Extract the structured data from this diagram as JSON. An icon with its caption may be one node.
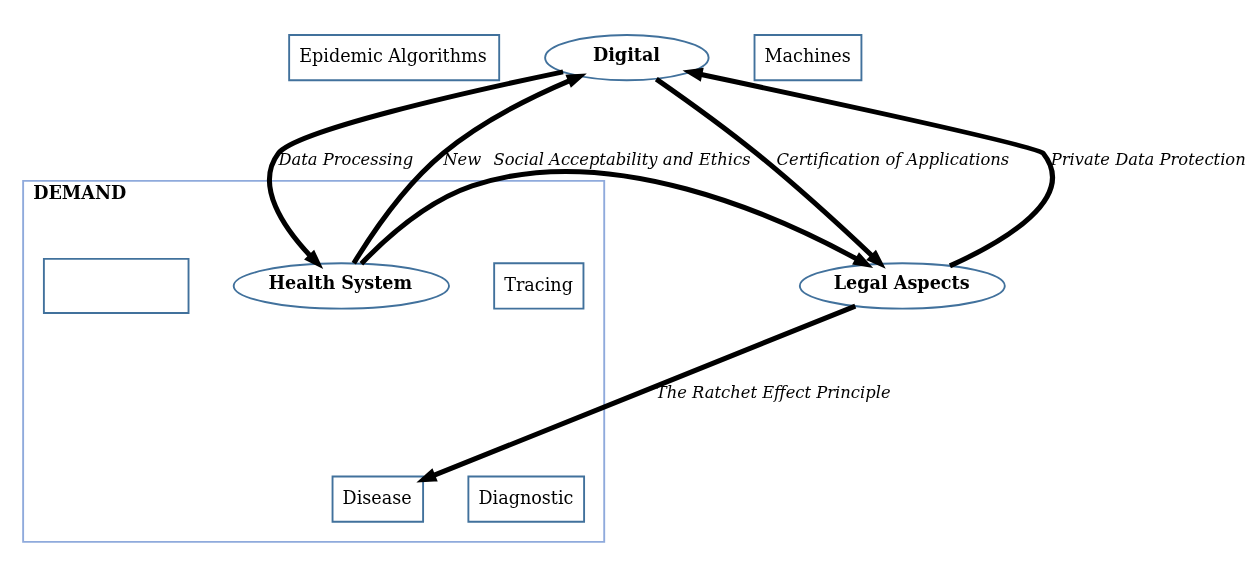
{
  "diagram": {
    "nodes": [
      {
        "text": [
          "Epidemic Algorithms"
        ]
      },
      {
        "text": [
          "Digital"
        ]
      },
      {
        "text": [
          "Machines"
        ]
      },
      {
        "text": [
          "DEMAND"
        ]
      },
      {
        "text": [
          "Tracing"
        ],
        "in": 3
      },
      {
        "text": [
          "Health System"
        ],
        "in": 3
      },
      {
        "text": [],
        "shape": "box",
        "in": 3
      },
      {
        "text": [
          "Diagnostic"
        ],
        "in": 3
      },
      {
        "text": [
          "Disease"
        ],
        "in": 3
      },
      {
        "text": [
          "Legal Aspects"
        ]
      }
    ],
    "edges": [
      {
        "from": 5,
        "to": 1,
        "arrow": "to",
        "label": "New"
      },
      {
        "from": 1,
        "to": 5,
        "arrow": "to",
        "label": "Data Processing"
      },
      {
        "from": 9,
        "to": 1,
        "arrow": "to",
        "label": "Private Data Protection"
      },
      {
        "from": 1,
        "to": 9,
        "arrow": "to",
        "label": "Certification of Applications"
      },
      {
        "from": 5,
        "to": 9,
        "arrow": "to",
        "label": "Social Acceptability and Ethics"
      },
      {
        "from": 9,
        "to": 8,
        "arrow": "to",
        "label": "The Ratchet Effect Principle"
      }
    ]
  }
}
